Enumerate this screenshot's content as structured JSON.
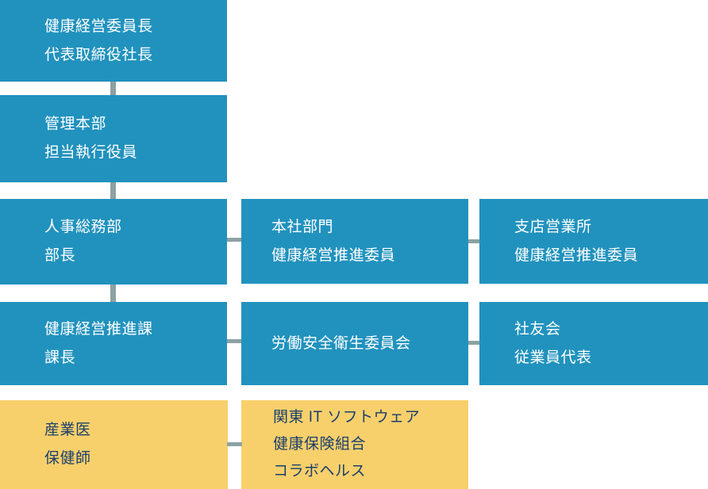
{
  "colors": {
    "box_blue": "#2192BE",
    "box_yellow": "#F8D06B",
    "connector": "#8CA2A4",
    "text_on_blue": "#FFFFFF",
    "text_on_yellow": "#1B3E6D",
    "background": "#FFFFFF"
  },
  "diagram": {
    "type": "org-chart",
    "nodes": [
      {
        "id": "chairman",
        "color": "blue",
        "lines": [
          "健康経営委員長",
          "代表取締役社長"
        ]
      },
      {
        "id": "admin-hq",
        "color": "blue",
        "lines": [
          "管理本部",
          "担当執行役員"
        ]
      },
      {
        "id": "hr-dept",
        "color": "blue",
        "lines": [
          "人事総務部",
          "部長"
        ]
      },
      {
        "id": "promo-section",
        "color": "blue",
        "lines": [
          "健康経営推進課",
          "課長"
        ]
      },
      {
        "id": "head-office",
        "color": "blue",
        "lines": [
          "本社部門",
          "健康経営推進委員"
        ]
      },
      {
        "id": "branch-office",
        "color": "blue",
        "lines": [
          "支店営業所",
          "健康経営推進委員"
        ]
      },
      {
        "id": "safety-committee",
        "color": "blue",
        "lines": [
          "労働安全衛生委員会"
        ]
      },
      {
        "id": "employee-assoc",
        "color": "blue",
        "lines": [
          "社友会",
          "従業員代表"
        ]
      },
      {
        "id": "physician",
        "color": "yellow",
        "lines": [
          "産業医",
          "保健師"
        ]
      },
      {
        "id": "kanto-it",
        "color": "yellow",
        "lines": [
          "関東 IT ソフトウェア",
          "健康保険組合",
          "コラボヘルス"
        ]
      }
    ],
    "edges": [
      {
        "from": "chairman",
        "to": "admin-hq",
        "direction": "vertical"
      },
      {
        "from": "admin-hq",
        "to": "hr-dept",
        "direction": "vertical"
      },
      {
        "from": "hr-dept",
        "to": "promo-section",
        "direction": "vertical"
      },
      {
        "from": "hr-dept",
        "to": "head-office",
        "direction": "horizontal"
      },
      {
        "from": "head-office",
        "to": "branch-office",
        "direction": "horizontal"
      },
      {
        "from": "promo-section",
        "to": "safety-committee",
        "direction": "horizontal"
      },
      {
        "from": "safety-committee",
        "to": "employee-assoc",
        "direction": "horizontal"
      },
      {
        "from": "physician",
        "to": "kanto-it",
        "direction": "horizontal"
      }
    ]
  }
}
